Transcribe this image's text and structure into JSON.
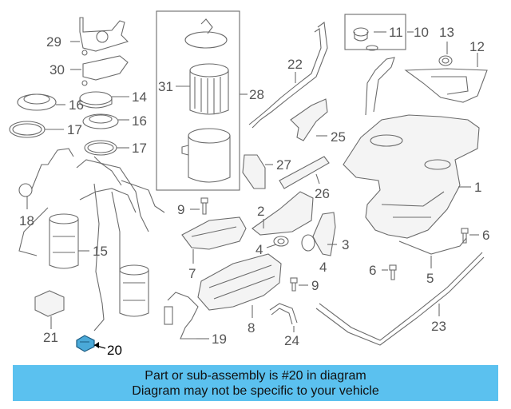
{
  "diagram": {
    "callouts": [
      {
        "id": "c1",
        "text": "1"
      },
      {
        "id": "c2",
        "text": "2"
      },
      {
        "id": "c3",
        "text": "3"
      },
      {
        "id": "c4a",
        "text": "4"
      },
      {
        "id": "c4b",
        "text": "4"
      },
      {
        "id": "c5",
        "text": "5"
      },
      {
        "id": "c6a",
        "text": "6"
      },
      {
        "id": "c6b",
        "text": "6"
      },
      {
        "id": "c7",
        "text": "7"
      },
      {
        "id": "c8",
        "text": "8"
      },
      {
        "id": "c9a",
        "text": "9"
      },
      {
        "id": "c9b",
        "text": "9"
      },
      {
        "id": "c10",
        "text": "10"
      },
      {
        "id": "c11",
        "text": "11"
      },
      {
        "id": "c12",
        "text": "12"
      },
      {
        "id": "c13",
        "text": "13"
      },
      {
        "id": "c14",
        "text": "14"
      },
      {
        "id": "c15",
        "text": "15"
      },
      {
        "id": "c16a",
        "text": "16"
      },
      {
        "id": "c16b",
        "text": "16"
      },
      {
        "id": "c17a",
        "text": "17"
      },
      {
        "id": "c17b",
        "text": "17"
      },
      {
        "id": "c18",
        "text": "18"
      },
      {
        "id": "c19",
        "text": "19"
      },
      {
        "id": "c20",
        "text": "20"
      },
      {
        "id": "c21",
        "text": "21"
      },
      {
        "id": "c22",
        "text": "22"
      },
      {
        "id": "c23",
        "text": "23"
      },
      {
        "id": "c24",
        "text": "24"
      },
      {
        "id": "c25",
        "text": "25"
      },
      {
        "id": "c26",
        "text": "26"
      },
      {
        "id": "c27",
        "text": "27"
      },
      {
        "id": "c28",
        "text": "28"
      },
      {
        "id": "c29",
        "text": "29"
      },
      {
        "id": "c30",
        "text": "30"
      },
      {
        "id": "c31",
        "text": "31"
      }
    ],
    "highlighted_part": "20"
  },
  "banner": {
    "line1": "Part or sub-assembly is #20 in diagram",
    "line2": "Diagram may not be specific to your vehicle",
    "color": "#5bc1ef"
  }
}
